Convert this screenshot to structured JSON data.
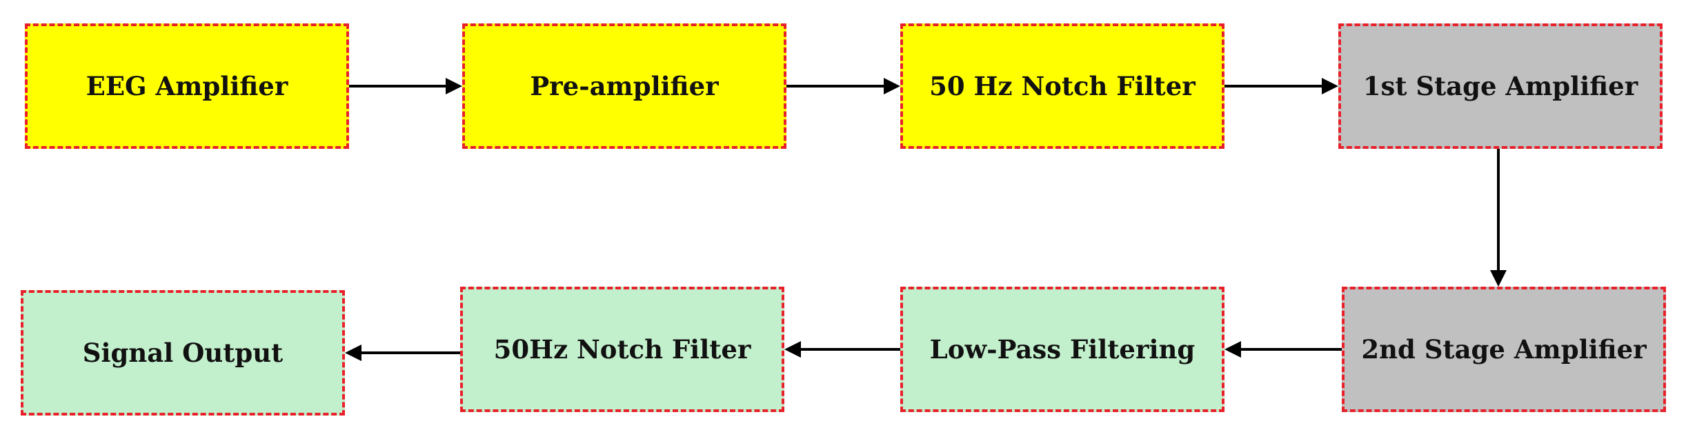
{
  "diagram": {
    "blocks": [
      {
        "id": "b1",
        "label": "EEG Amplifier",
        "color": "#ffff00"
      },
      {
        "id": "b2",
        "label": "Pre-amplifier",
        "color": "#ffff00"
      },
      {
        "id": "b3",
        "label": "50 Hz Notch Filter",
        "color": "#ffff00"
      },
      {
        "id": "b4",
        "label": "1st Stage Amplifier",
        "color": "#c0c0c0"
      },
      {
        "id": "b5",
        "label": "2nd Stage Amplifier",
        "color": "#c0c0c0"
      },
      {
        "id": "b6",
        "label": "Low-Pass Filtering",
        "color": "#c3f0cc"
      },
      {
        "id": "b7",
        "label": "50Hz Notch Filter",
        "color": "#c3f0cc"
      },
      {
        "id": "b8",
        "label": "Signal Output",
        "color": "#c3f0cc"
      }
    ],
    "connections": [
      {
        "from": "EEG Amplifier",
        "to": "Pre-amplifier"
      },
      {
        "from": "Pre-amplifier",
        "to": "50 Hz Notch Filter"
      },
      {
        "from": "50 Hz Notch Filter",
        "to": "1st Stage Amplifier"
      },
      {
        "from": "1st Stage Amplifier",
        "to": "2nd Stage Amplifier"
      },
      {
        "from": "2nd Stage Amplifier",
        "to": "Low-Pass Filtering"
      },
      {
        "from": "Low-Pass Filtering",
        "to": "50Hz Notch Filter"
      },
      {
        "from": "50Hz Notch Filter",
        "to": "Signal Output"
      }
    ],
    "border_color": "#e8202a",
    "arrow_color": "#000000"
  }
}
